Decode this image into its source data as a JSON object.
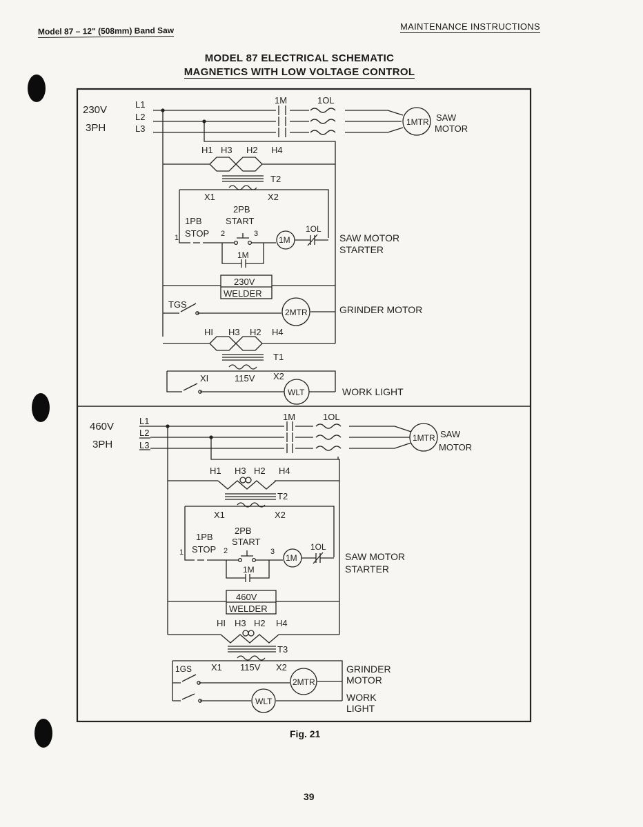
{
  "header": {
    "left": "Model 87 – 12\" (508mm) Band Saw",
    "right": "MAINTENANCE INSTRUCTIONS"
  },
  "title": {
    "line1": "MODEL 87 ELECTRICAL SCHEMATIC",
    "line2": "MAGNETICS WITH LOW VOLTAGE CONTROL"
  },
  "top_section": {
    "voltage": "230V",
    "phase": "3PH",
    "lines": [
      "L1",
      "L2",
      "L3"
    ],
    "contactor": "1M",
    "overload": "1OL",
    "saw_motor": "1MTR",
    "saw_motor_label_1": "SAW",
    "saw_motor_label_2": "MOTOR",
    "transformer_taps": [
      "H1",
      "H3",
      "H2",
      "H4"
    ],
    "transformer": "T2",
    "secondary_left": "X1",
    "secondary_right": "X2",
    "start_pb": "2PB",
    "start_label": "START",
    "stop_pb": "1PB",
    "stop_label": "STOP",
    "node_1": "1",
    "node_2": "2",
    "node_3": "3",
    "coil": "1M",
    "ol_contact": "1OL",
    "holding_contact": "1M",
    "starter_label_1": "SAW MOTOR",
    "starter_label_2": "STARTER",
    "welder_1": "230V",
    "welder_2": "WELDER",
    "grinder_switch": "TGS",
    "grinder_motor": "2MTR",
    "grinder_label": "GRINDER MOTOR",
    "transformer2_taps": [
      "HI",
      "H3",
      "H2",
      "H4"
    ],
    "transformer2": "T1",
    "secondary2_left": "XI",
    "secondary2_voltage": "115V",
    "secondary2_right": "X2",
    "light": "WLT",
    "light_label": "WORK LIGHT"
  },
  "bottom_section": {
    "voltage": "460V",
    "phase": "3PH",
    "lines": [
      "L1",
      "L2",
      "L3"
    ],
    "contactor": "1M",
    "overload": "1OL",
    "saw_motor": "1MTR",
    "saw_motor_label_1": "SAW",
    "saw_motor_label_2": "MOTOR",
    "transformer_taps": [
      "H1",
      "H3",
      "H2",
      "H4"
    ],
    "transformer": "T2",
    "secondary_left": "X1",
    "secondary_right": "X2",
    "start_pb": "2PB",
    "start_label": "START",
    "stop_pb": "1PB",
    "stop_label": "STOP",
    "node_1": "1",
    "node_2": "2",
    "node_3": "3",
    "coil": "1M",
    "ol_contact": "1OL",
    "holding_contact": "1M",
    "starter_label_1": "SAW MOTOR",
    "starter_label_2": "STARTER",
    "welder_1": "460V",
    "welder_2": "WELDER",
    "transformer3_taps": [
      "HI",
      "H3",
      "H2",
      "H4"
    ],
    "transformer3": "T3",
    "grinder_switch": "1GS",
    "secondary3_left": "X1",
    "secondary3_voltage": "115V",
    "secondary3_right": "X2",
    "grinder_motor": "2MTR",
    "grinder_label_1": "GRINDER",
    "grinder_label_2": "MOTOR",
    "light": "WLT",
    "light_label_1": "WORK",
    "light_label_2": "LIGHT"
  },
  "figure_caption": "Fig. 21",
  "page_number": "39"
}
